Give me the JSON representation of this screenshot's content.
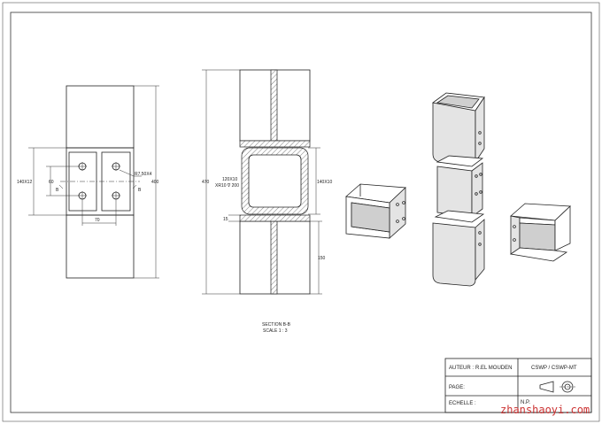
{
  "front_view": {
    "dims": {
      "plate": "140X12",
      "v60": "60",
      "bolt": "R7.50X4",
      "h70": "70",
      "h400": "400"
    },
    "section_marks": [
      "B",
      "B"
    ]
  },
  "section_view": {
    "dims": {
      "h470": "470",
      "tube": "120X10",
      "fillet": "XR10 ∇ 200",
      "d140": "140X10",
      "d15": "15",
      "d150": "150"
    },
    "caption": "SECTION B-B",
    "scale": "SCALE 1 : 3"
  },
  "title_block": {
    "author_label": "AUTEUR :",
    "author": "R.EL MOUDEN",
    "code": "CSWP / CSWP-MT",
    "page_label": "PAGE:",
    "scale_label": "ECHELLE :",
    "np_label": "N.P."
  },
  "watermark": "zhanshaoyi.com"
}
